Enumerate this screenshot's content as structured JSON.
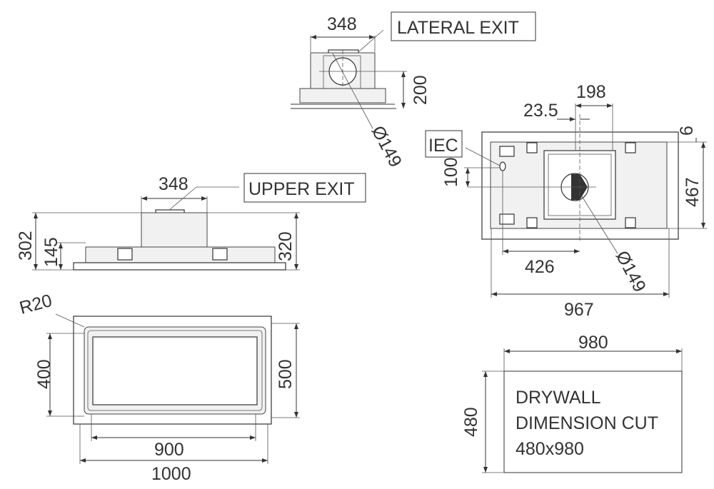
{
  "lateral_exit": {
    "label": "LATERAL EXIT",
    "width": "348",
    "height": "200",
    "diameter": "Ø149"
  },
  "upper_exit": {
    "label": "UPPER EXIT",
    "width": "348",
    "total_height": "302",
    "base_height": "145",
    "body_height": "320"
  },
  "front_view": {
    "radius": "R20",
    "inner_height": "400",
    "outer_height": "500",
    "inner_width": "900",
    "outer_width": "1000"
  },
  "top_view": {
    "iec_label": "IEC",
    "dim_198": "198",
    "dim_23_5": "23.5",
    "dim_6": "6",
    "dim_100": "100",
    "dim_467": "467",
    "dim_426": "426",
    "diameter": "Ø149",
    "dim_967": "967"
  },
  "drywall": {
    "width": "980",
    "height": "480",
    "line1": "DRYWALL",
    "line2": "DIMENSION CUT",
    "line3": "480x980"
  },
  "colors": {
    "line": "#333333",
    "fill": "#f1f1f1"
  }
}
